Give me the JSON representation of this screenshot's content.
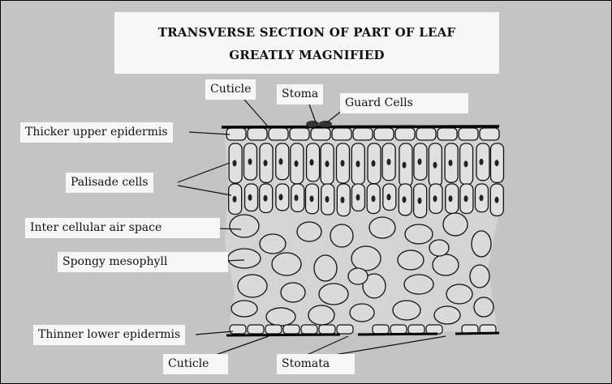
{
  "title": {
    "line1": "TRANSVERSE SECTION OF PART OF LEAF",
    "line2": "GREATLY MAGNIFIED"
  },
  "labels": {
    "cuticle_top": "Cuticle",
    "stoma": "Stoma",
    "guard_cells": "Guard Cells",
    "upper_epidermis": "Thicker upper epidermis",
    "palisade": "Palisade cells",
    "air_space": "Inter cellular air space",
    "spongy": "Spongy mesophyll",
    "lower_epidermis": "Thinner lower epidermis",
    "cuticle_bottom": "Cuticle",
    "stomata": "Stomata"
  }
}
